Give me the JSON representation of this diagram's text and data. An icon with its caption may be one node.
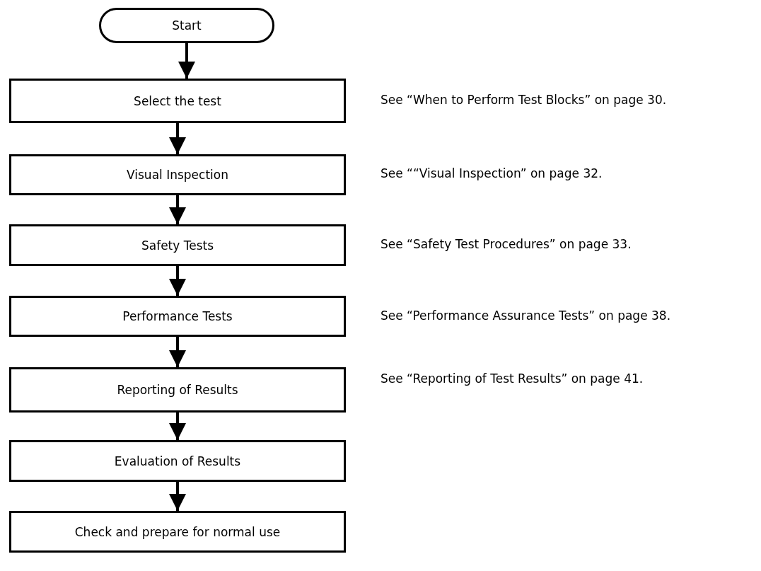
{
  "diagram": {
    "nodes": [
      {
        "text": [
          "Start"
        ]
      },
      {
        "text": [
          "Select the test"
        ],
        "beside": [
          "See “When to Perform Test Blocks” on page 30."
        ]
      },
      {
        "text": [
          "Visual Inspection"
        ],
        "beside": [
          "See ““Visual Inspection” on page 32."
        ]
      },
      {
        "text": [
          "Safety Tests"
        ],
        "beside": [
          "See “Safety Test Procedures” on page 33."
        ]
      },
      {
        "text": [
          "Performance Tests"
        ],
        "beside": [
          "See “Performance Assurance Tests” on page 38."
        ]
      },
      {
        "text": [
          "Reporting of Results"
        ],
        "beside": [
          "See “Reporting of Test Results” on page 41."
        ]
      },
      {
        "text": [
          "Evaluation of Results"
        ]
      },
      {
        "text": [
          "Check and prepare for normal use"
        ]
      }
    ],
    "edges": [
      {
        "from": 0,
        "to": 1,
        "arrow": "to"
      },
      {
        "from": 1,
        "to": 2,
        "arrow": "to"
      },
      {
        "from": 2,
        "to": 3,
        "arrow": "to"
      },
      {
        "from": 3,
        "to": 4,
        "arrow": "to"
      },
      {
        "from": 4,
        "to": 5,
        "arrow": "to"
      },
      {
        "from": 5,
        "to": 6,
        "arrow": "to"
      },
      {
        "from": 6,
        "to": 7,
        "arrow": "to"
      }
    ]
  }
}
